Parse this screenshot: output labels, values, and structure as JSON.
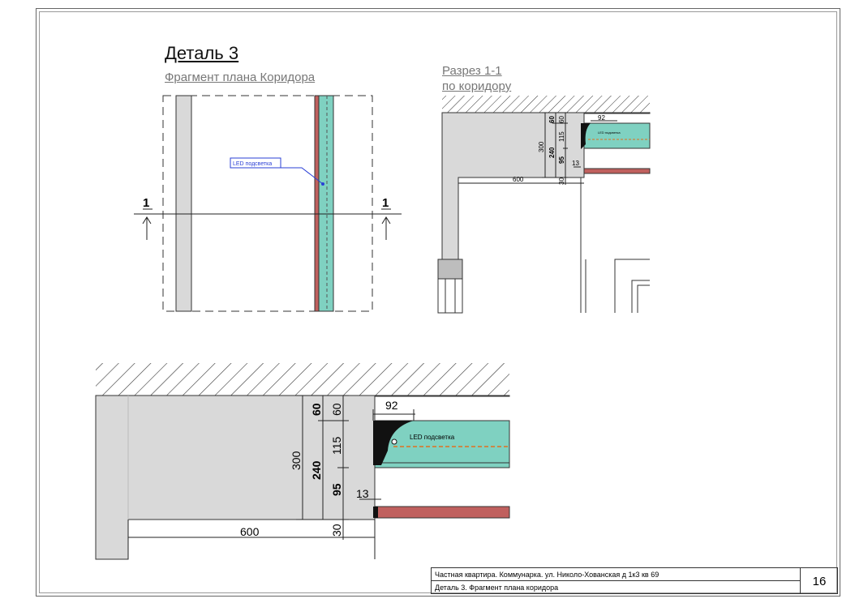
{
  "header": {
    "title": "Деталь 3",
    "subtitle": "Фрагмент плана Коридора",
    "section_title_line1": "Разрез 1-1",
    "section_title_line2": "по коридору"
  },
  "plan": {
    "led_label": "LED подсветка",
    "section_mark": "1"
  },
  "section_small": {
    "dim_300": "300",
    "dim_240": "240",
    "dim_60a": "60",
    "dim_60b": "60",
    "dim_115": "115",
    "dim_95": "95",
    "dim_30": "30",
    "dim_600": "600",
    "dim_92": "92",
    "dim_13": "13",
    "led_label": "LED подсветка"
  },
  "detail": {
    "dim_300": "300",
    "dim_240": "240",
    "dim_60a": "60",
    "dim_60b": "60",
    "dim_115": "115",
    "dim_95": "95",
    "dim_30": "30",
    "dim_600": "600",
    "dim_92": "92",
    "dim_13": "13",
    "led_label": "LED подсветка"
  },
  "stamp": {
    "line1": "Частная квартира. Коммунарка. ул. Николо-Хованская д 1к3 кв 69",
    "line2": "Деталь 3.  Фрагмент плана коридора",
    "sheet_number": "16"
  },
  "colors": {
    "ceiling_gray": "#d9d9d9",
    "led_teal": "#7fd1c1",
    "wall_red": "#c0605e",
    "led_dash": "#e07020"
  }
}
